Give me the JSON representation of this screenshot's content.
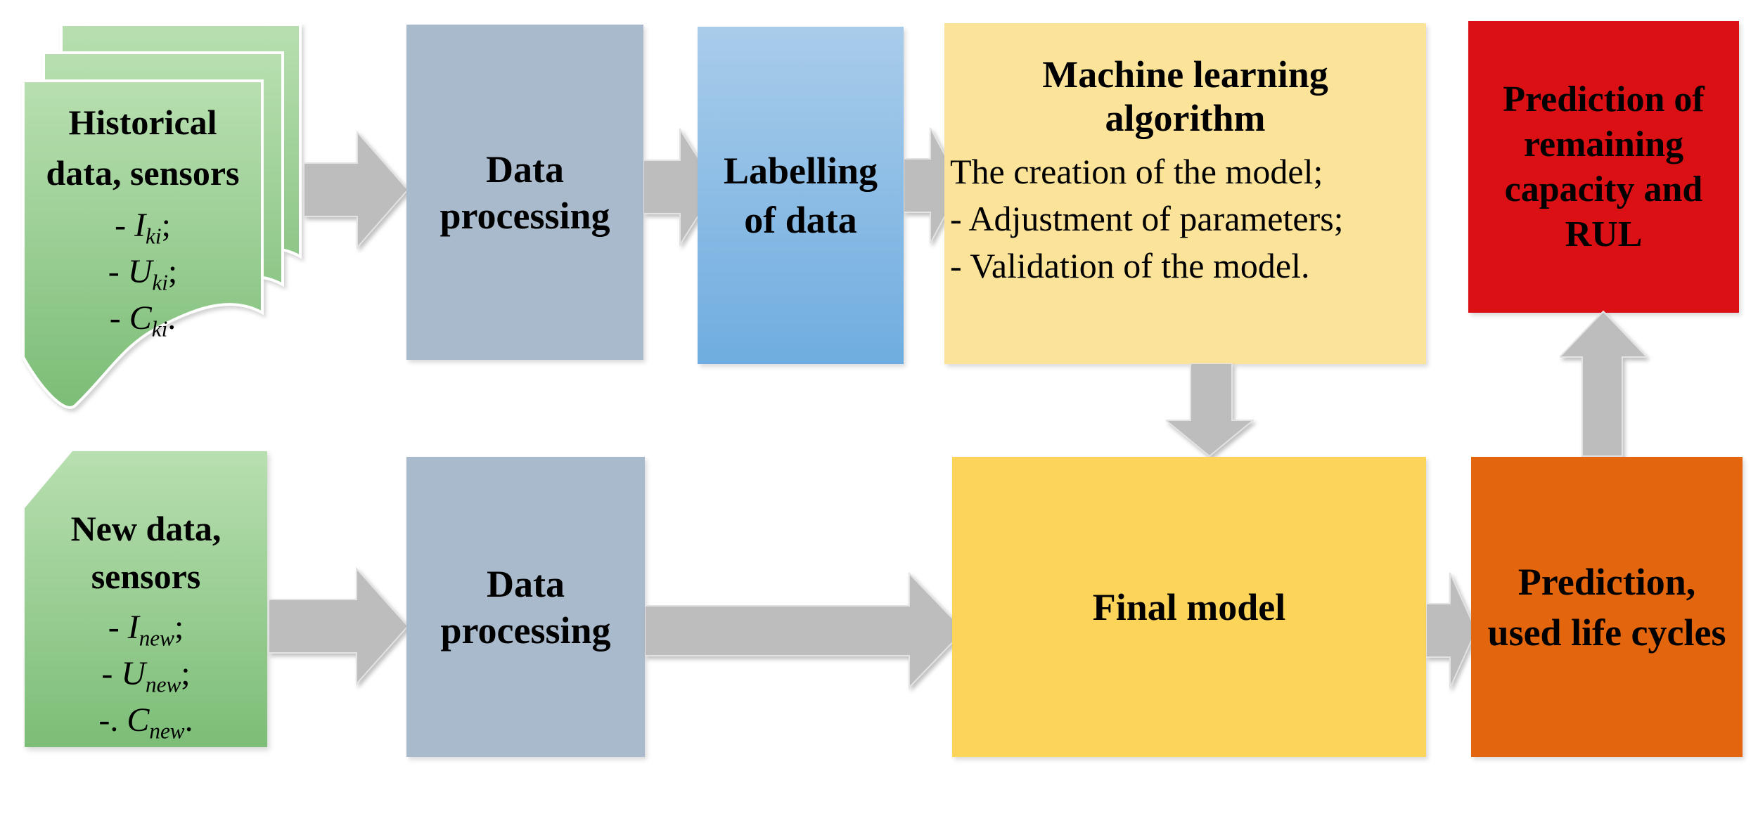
{
  "colors": {
    "sheet_green_top": "#B8DFB0",
    "sheet_green_bottom": "#7CBD77",
    "processing_gray_blue": "#A9BACC",
    "labelling_blue_top": "#A9CCEA",
    "labelling_blue_bottom": "#6FADE0",
    "ml_pale_yellow": "#FBE49A",
    "final_model_gold": "#FCD45A",
    "prediction_red": "#DB1015",
    "prediction_orange": "#E3650E",
    "arrow_gray": "#BDBDBD",
    "text": "#000000"
  },
  "top_row": {
    "historical_doc": {
      "title_lines": [
        "Historical",
        "data, sensors"
      ],
      "items": [
        {
          "pre": "-",
          "var": "I",
          "sub": "ki",
          "punct": ";"
        },
        {
          "pre": "-",
          "var": "U",
          "sub": "ki",
          "punct": ";"
        },
        {
          "pre": "-",
          "var": "C",
          "sub": "ki",
          "punct": "."
        }
      ]
    },
    "data_processing": {
      "label_lines": [
        "Data",
        "processing"
      ]
    },
    "labelling": {
      "label_lines": [
        "Labelling",
        "of data"
      ]
    },
    "ml_algorithm": {
      "title_lines": [
        "Machine learning",
        "algorithm"
      ],
      "body_lines": [
        "The creation of the model;",
        "- Adjustment of parameters;",
        "- Validation of the model."
      ]
    },
    "prediction_rul": {
      "label_lines": [
        "Prediction of",
        "remaining",
        "capacity and",
        "RUL"
      ]
    }
  },
  "bottom_row": {
    "new_doc": {
      "title_lines": [
        "New data,",
        "sensors"
      ],
      "items": [
        {
          "pre": "-",
          "var": "I",
          "sub": "new",
          "punct": ";"
        },
        {
          "pre": "-",
          "var": "U",
          "sub": "new",
          "punct": ";"
        },
        {
          "pre": "-.",
          "var": "C",
          "sub": "new",
          "punct": "."
        }
      ]
    },
    "data_processing": {
      "label_lines": [
        "Data",
        "processing"
      ]
    },
    "final_model": {
      "label": "Final model"
    },
    "prediction_cycles": {
      "label_lines": [
        "Prediction,",
        "used life cycles"
      ]
    }
  }
}
